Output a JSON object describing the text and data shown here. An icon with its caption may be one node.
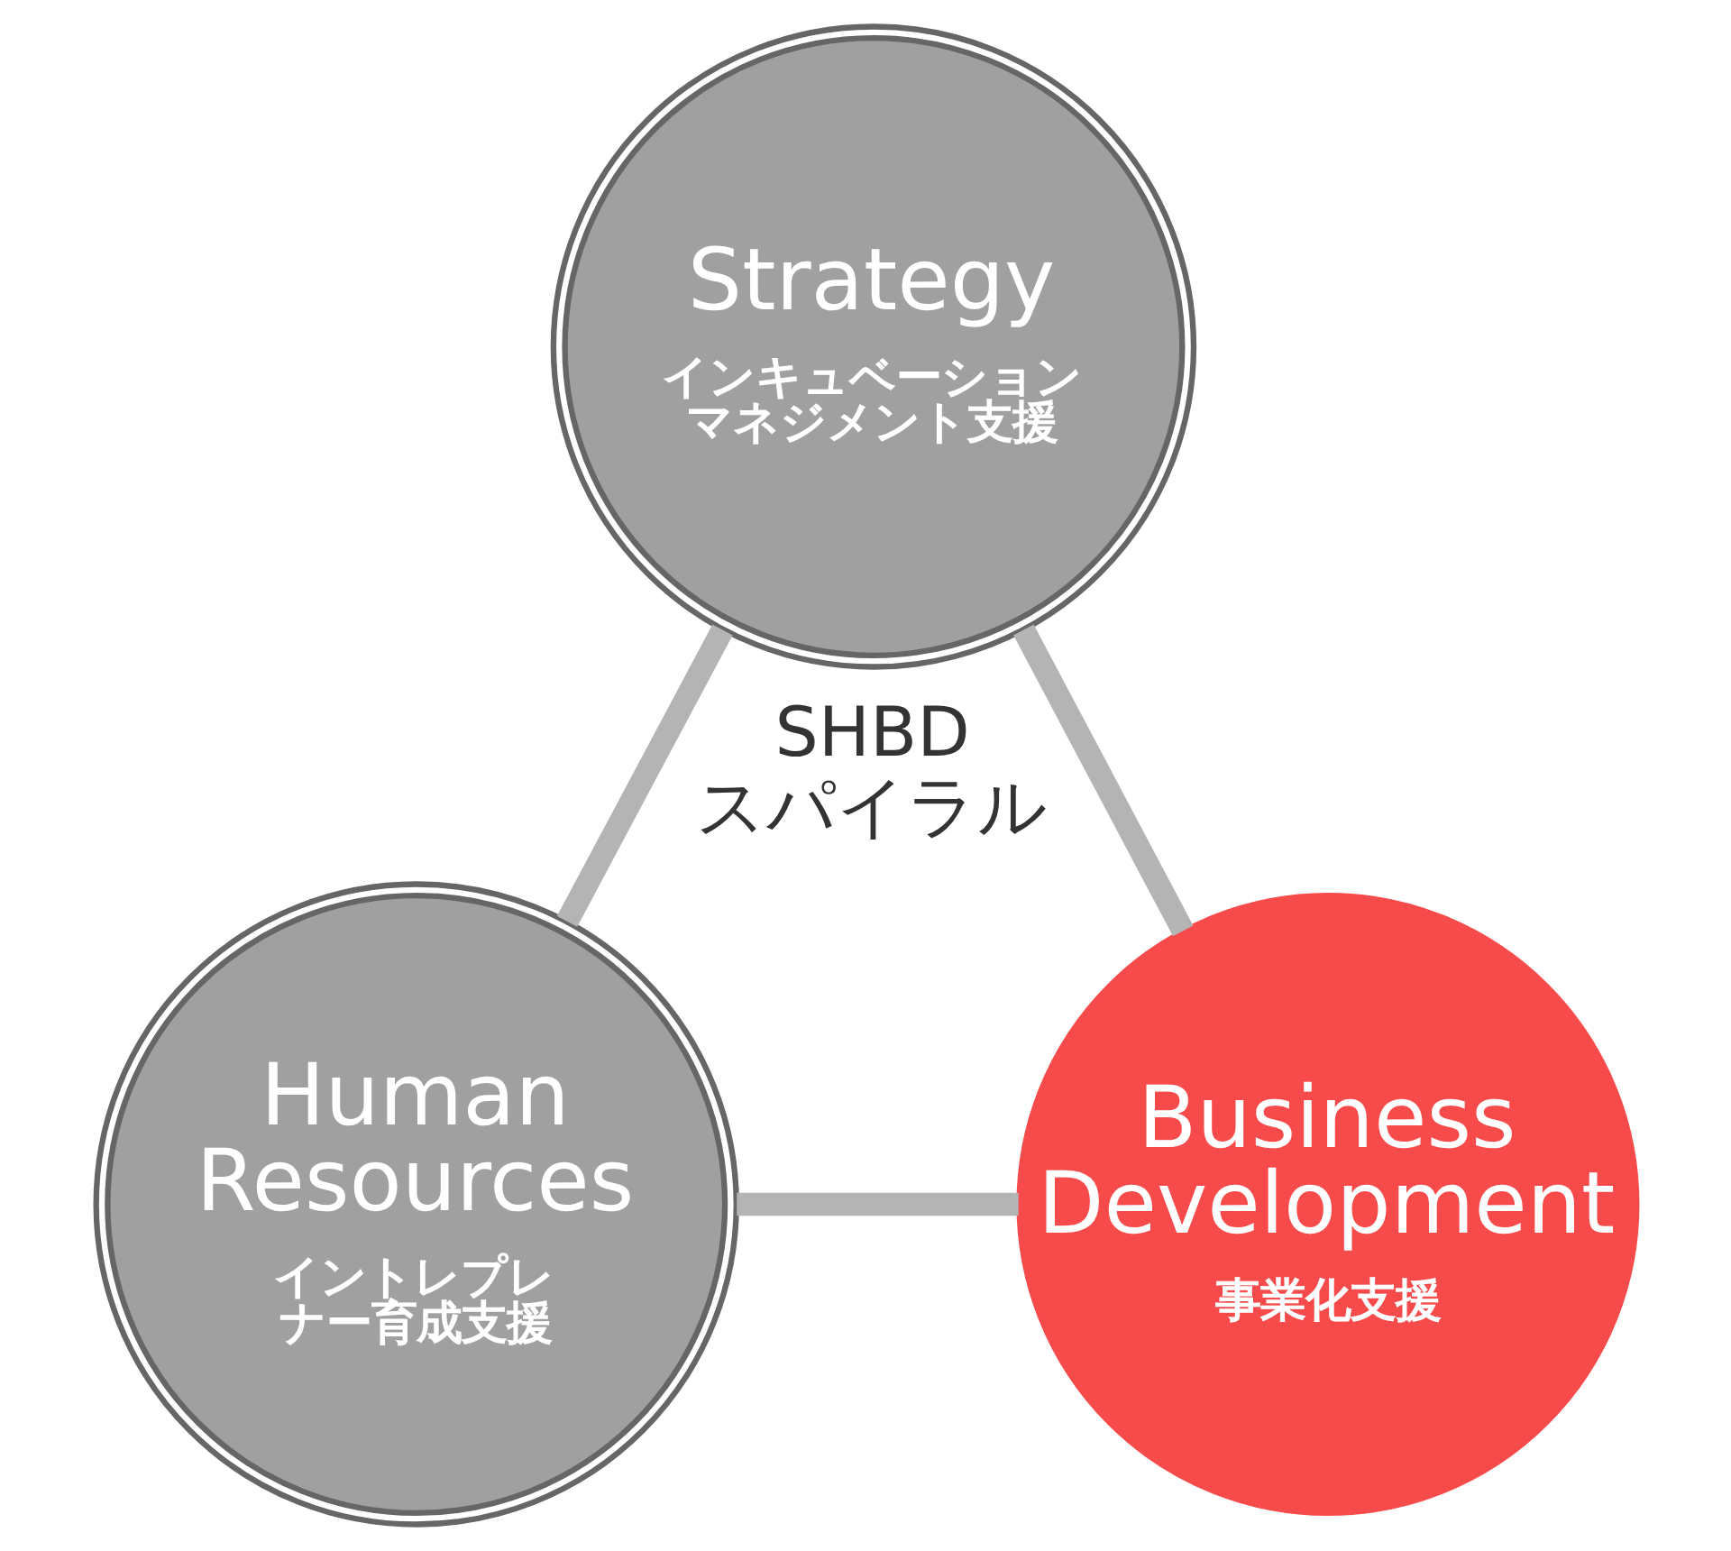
{
  "diagram": {
    "nodes": [
      {
        "text": [
          "Strategy",
          "インキュベーションマネジメント支援"
        ]
      },
      {
        "text": [
          "Human Resources",
          "イントレプレナー育成支援"
        ]
      },
      {
        "text": [
          "Business Development",
          "事業化支援"
        ]
      }
    ],
    "edges": [
      {
        "from": 0,
        "to": 1,
        "arrow": "none"
      },
      {
        "from": 0,
        "to": 2,
        "arrow": "none"
      },
      {
        "from": 1,
        "to": 2,
        "arrow": "none"
      }
    ],
    "labels": [
      "SHBD スパイラル"
    ]
  }
}
